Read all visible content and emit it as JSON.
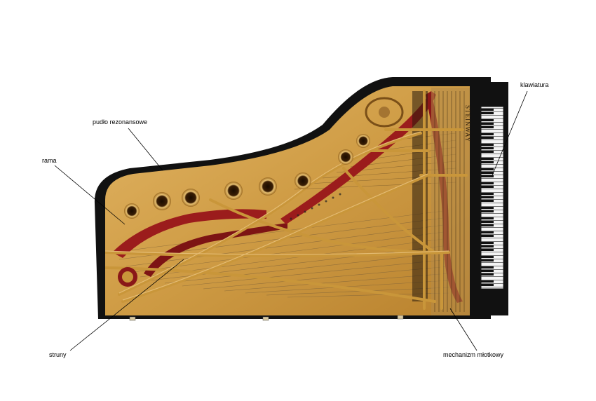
{
  "labels": {
    "soundboard": "pudło rezonansowe",
    "frame": "rama",
    "keyboard": "klawiatura",
    "strings": "struny",
    "action": "mechanizm młotkowy"
  },
  "brand": "STEINWAY",
  "colors": {
    "case": "#111111",
    "soundboard": "#d2a24a",
    "plate": "#c9963a",
    "bridge": "#9b1c1c",
    "strings": "#8a6a3a",
    "leader": "#000000"
  }
}
